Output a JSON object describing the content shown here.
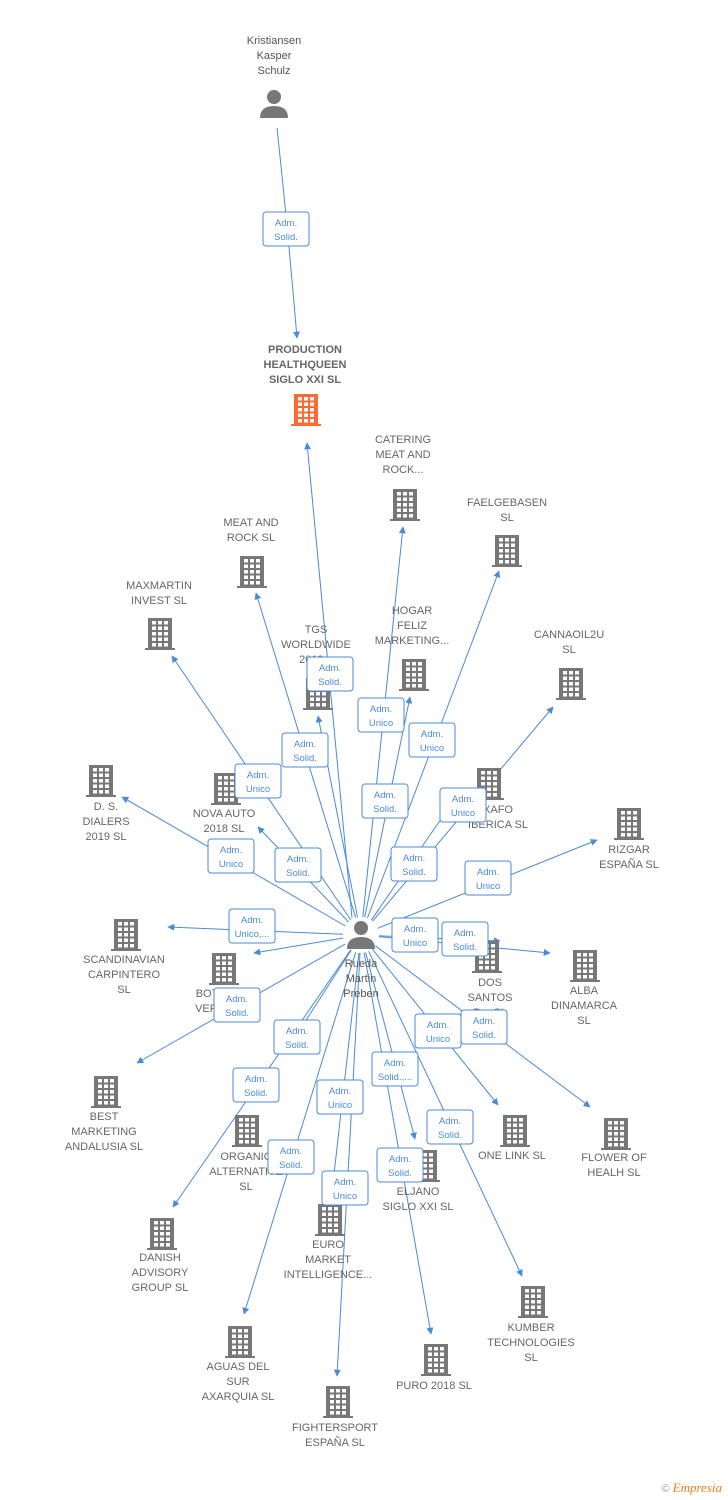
{
  "center": {
    "lines": [
      "Rueda",
      "Martin",
      "Preben"
    ]
  },
  "top_person": {
    "lines": [
      "Kristiansen",
      "Kasper",
      "Schulz"
    ],
    "role": [
      "Adm.",
      "Solid."
    ]
  },
  "main_company": {
    "lines": [
      "PRODUCTION",
      "HEALTHQUEEN",
      "SIGLO XXI  SL"
    ]
  },
  "companies": [
    {
      "id": "catering",
      "lines": [
        "CATERING",
        "MEAT AND",
        "ROCK..."
      ],
      "role": [
        "Adm.",
        "Unico"
      ]
    },
    {
      "id": "faelgebasen",
      "lines": [
        "FAELGEBASEN",
        "SL"
      ],
      "role": [
        "Adm.",
        "Unico"
      ]
    },
    {
      "id": "meatrock",
      "lines": [
        "MEAT AND",
        "ROCK SL"
      ],
      "role": [
        "Adm.",
        "Solid."
      ]
    },
    {
      "id": "maxmartin",
      "lines": [
        "MAXMARTIN",
        "INVEST SL"
      ],
      "role": [
        "Adm.",
        "Unico"
      ]
    },
    {
      "id": "tgs",
      "lines": [
        "TGS",
        "WORLDWIDE",
        "2019..."
      ],
      "role": [
        "Adm.",
        "Solid."
      ]
    },
    {
      "id": "hogar",
      "lines": [
        "HOGAR",
        "FELIZ",
        "MARKETING..."
      ],
      "role": [
        "Adm.",
        "Solid."
      ]
    },
    {
      "id": "cannaoil",
      "lines": [
        "CANNAOIL2U",
        "SL"
      ],
      "role": [
        "Adm.",
        "Unico"
      ]
    },
    {
      "id": "dsdialers",
      "lines": [
        "D. S.",
        "DIALERS",
        "2019  SL"
      ],
      "role": [
        "Adm.",
        "Unico"
      ]
    },
    {
      "id": "novaauto",
      "lines": [
        "NOVA AUTO",
        "2018  SL"
      ],
      "role": [
        "Adm.",
        "Solid."
      ]
    },
    {
      "id": "xafo",
      "lines": [
        "XAFO",
        "IBERICA  SL"
      ],
      "role": [
        "Adm.",
        "Solid."
      ]
    },
    {
      "id": "rizgar",
      "lines": [
        "RIZGAR",
        "ESPAÑA SL"
      ],
      "role": [
        "Adm.",
        "Unico"
      ]
    },
    {
      "id": "scandinavian",
      "lines": [
        "SCANDINAVIAN",
        "CARPINTERO",
        "SL"
      ],
      "role": [
        "Adm.",
        "Unico,..."
      ]
    },
    {
      "id": "botver",
      "lines": [
        "BOT...",
        "VER..."
      ],
      "role": [
        "Adm.",
        "Solid."
      ]
    },
    {
      "id": "dossantos",
      "lines": [
        "DOS",
        "SANTOS",
        "D...  SL"
      ],
      "role": [
        "Adm.",
        "Unico"
      ]
    },
    {
      "id": "alba",
      "lines": [
        "ALBA",
        "DINAMARCA",
        "SL"
      ],
      "role": [
        "Adm.",
        "Solid."
      ]
    },
    {
      "id": "bestmarketing",
      "lines": [
        "BEST",
        "MARKETING",
        "ANDALUSIA  SL"
      ],
      "role": [
        "Adm.",
        "Solid."
      ]
    },
    {
      "id": "organic",
      "lines": [
        "ORGANIC",
        "ALTERNATIVE",
        "SL"
      ],
      "role": [
        "Adm.",
        "Solid."
      ]
    },
    {
      "id": "onelink",
      "lines": [
        "ONE LINK  SL"
      ],
      "role": [
        "Adm.",
        "Unico"
      ]
    },
    {
      "id": "flower",
      "lines": [
        "FLOWER OF",
        "HEALH  SL"
      ],
      "role": [
        "Adm.",
        "Solid."
      ]
    },
    {
      "id": "danish",
      "lines": [
        "DANISH",
        "ADVISORY",
        "GROUP  SL"
      ],
      "role": [
        "Adm.",
        "Solid."
      ]
    },
    {
      "id": "eljano",
      "lines": [
        "ELJANO",
        "SIGLO XXI  SL"
      ],
      "role": [
        "Adm.",
        "Solid.,..."
      ]
    },
    {
      "id": "euromarket",
      "lines": [
        "EURO",
        "MARKET",
        "INTELLIGENCE..."
      ],
      "role": [
        "Adm.",
        "Solid."
      ]
    },
    {
      "id": "kumber",
      "lines": [
        "KUMBER",
        "TECHNOLOGIES",
        "SL"
      ],
      "role": [
        "Adm.",
        "Solid."
      ]
    },
    {
      "id": "aguas",
      "lines": [
        "AGUAS DEL",
        "SUR",
        "AXARQUIA  SL"
      ],
      "role": [
        "Adm.",
        "Unico"
      ]
    },
    {
      "id": "puro",
      "lines": [
        "PURO 2018  SL"
      ],
      "role": [
        "Adm.",
        "Solid."
      ]
    },
    {
      "id": "fightersport",
      "lines": [
        "FIGHTERSPORT",
        "ESPAÑA SL"
      ],
      "role": [
        "Adm.",
        "Unico"
      ]
    }
  ],
  "colors": {
    "edge": "#4a8ad8",
    "node": "#777777",
    "main_company": "#ff6a33"
  },
  "watermark": {
    "copyright": "©",
    "brand": "Empresia"
  }
}
